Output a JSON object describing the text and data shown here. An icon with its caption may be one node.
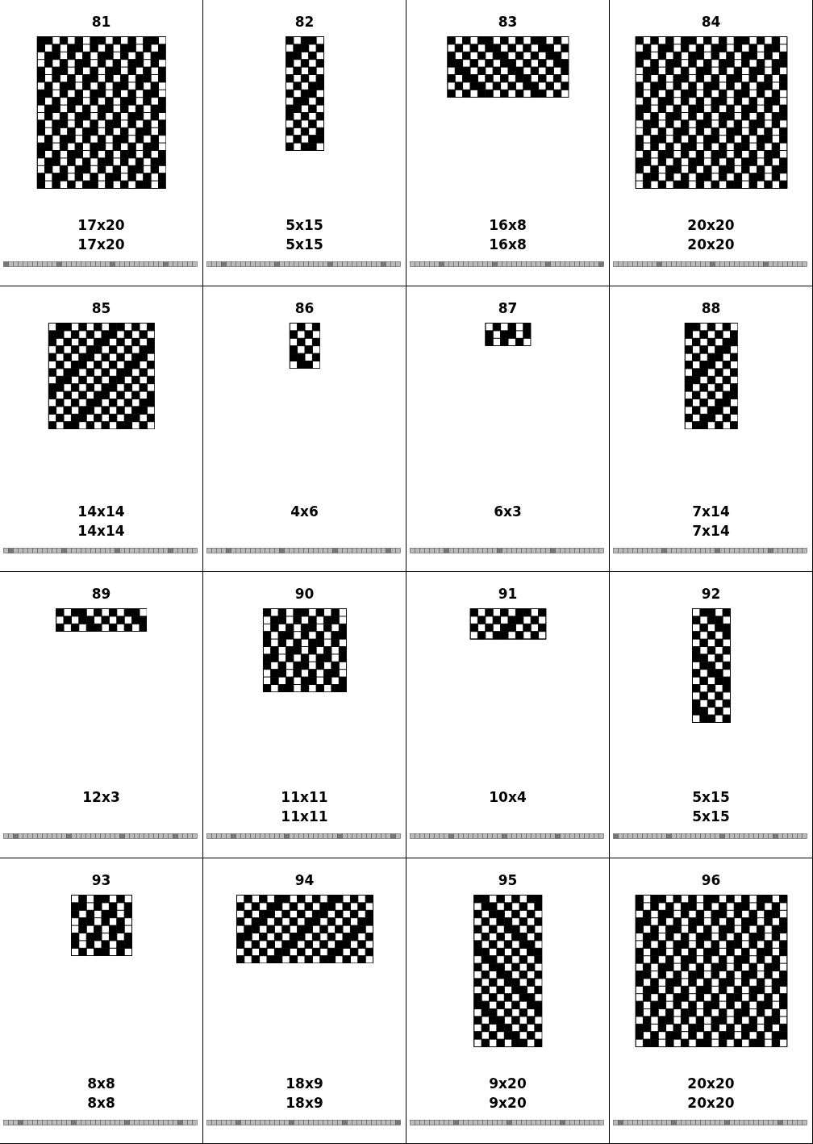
{
  "diagram": {
    "nodes": [
      {
        "text": [
          "81",
          "17x20",
          "17x20"
        ]
      },
      {
        "text": [
          "82",
          "5x15",
          "5x15"
        ]
      },
      {
        "text": [
          "83",
          "16x8",
          "16x8"
        ]
      },
      {
        "text": [
          "84",
          "20x20",
          "20x20"
        ]
      },
      {
        "text": [
          "85",
          "14x14",
          "14x14"
        ]
      },
      {
        "text": [
          "86",
          "4x6"
        ]
      },
      {
        "text": [
          "87",
          "6x3"
        ]
      },
      {
        "text": [
          "88",
          "7x14",
          "7x14"
        ]
      },
      {
        "text": [
          "89",
          "12x3"
        ]
      },
      {
        "text": [
          "90",
          "11x11",
          "11x11"
        ]
      },
      {
        "text": [
          "91",
          "10x4"
        ]
      },
      {
        "text": [
          "92",
          "5x15",
          "5x15"
        ]
      },
      {
        "text": [
          "93",
          "8x8",
          "8x8"
        ]
      },
      {
        "text": [
          "94",
          "18x9",
          "18x9"
        ]
      },
      {
        "text": [
          "95",
          "9x20",
          "9x20"
        ]
      },
      {
        "text": [
          "96",
          "20x20",
          "20x20"
        ]
      }
    ]
  }
}
